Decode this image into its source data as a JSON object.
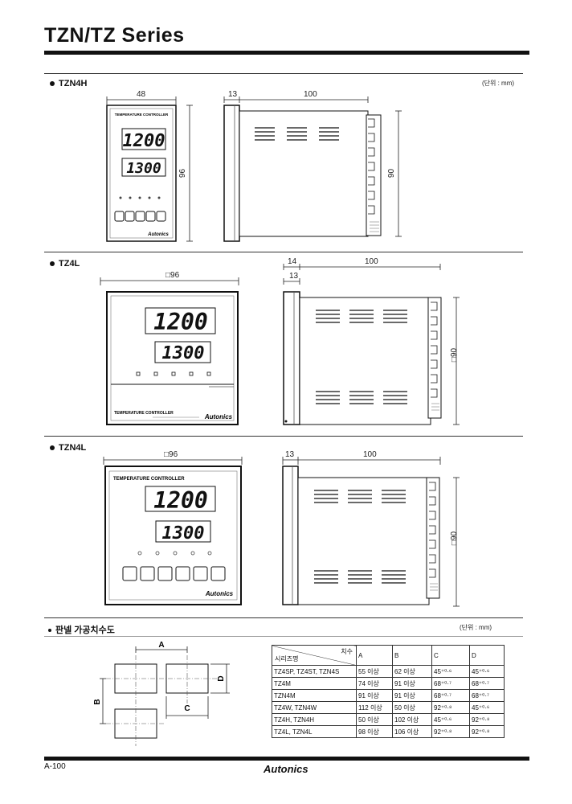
{
  "header": {
    "title": "TZN/TZ Series"
  },
  "unit_label": "(단위 : mm)",
  "sections": {
    "tzn4h": {
      "label": "TZN4H",
      "dims": {
        "width": "48",
        "depth_front": "13",
        "depth": "100",
        "height_front": "96",
        "height_side": "90"
      },
      "front_title": "TEMPERATURE CONTROLLER",
      "pv": "1200",
      "sv": "1300",
      "brand": "Autonics"
    },
    "tz4l": {
      "label": "TZ4L",
      "dims": {
        "width": "□96",
        "depth_front_a": "14",
        "depth_front_b": "13",
        "depth": "100",
        "height_side": "□90"
      },
      "pv": "1200",
      "sv": "1300",
      "front_title": "TEMPERATURE CONTROLLER",
      "brand": "Autonics"
    },
    "tzn4l": {
      "label": "TZN4L",
      "dims": {
        "width": "□96",
        "depth_front": "13",
        "depth": "100",
        "height_side": "□90"
      },
      "front_title": "TEMPERATURE CONTROLLER",
      "pv": "1200",
      "sv": "1300",
      "brand": "Autonics"
    }
  },
  "panel_cutout": {
    "label": "판넬 가공치수도",
    "unit_label": "(단위 : mm)",
    "dims": {
      "a": "A",
      "b": "B",
      "c": "C",
      "d": "D"
    },
    "table": {
      "corner_top": "치수",
      "corner_bottom": "시리즈명",
      "headers": [
        "A",
        "B",
        "C",
        "D"
      ],
      "rows": [
        [
          "TZ4SP, TZ4ST, TZN4S",
          "55 이상",
          "62 이상",
          "45⁺⁰·⁶",
          "45⁺⁰·⁶"
        ],
        [
          "TZ4M",
          "74 이상",
          "91 이상",
          "68⁺⁰·⁷",
          "68⁺⁰·⁷"
        ],
        [
          "TZN4M",
          "91 이상",
          "91 이상",
          "68⁺⁰·⁷",
          "68⁺⁰·⁷"
        ],
        [
          "TZ4W, TZN4W",
          "112 이상",
          "50 이상",
          "92⁺⁰·⁸",
          "45⁺⁰·⁶"
        ],
        [
          "TZ4H, TZN4H",
          "50 이상",
          "102 이상",
          "45⁺⁰·⁶",
          "92⁺⁰·⁸"
        ],
        [
          "TZ4L, TZN4L",
          "98 이상",
          "106 이상",
          "92⁺⁰·⁸",
          "92⁺⁰·⁸"
        ]
      ]
    }
  },
  "footer": {
    "page": "A-100",
    "brand": "Autonics"
  }
}
